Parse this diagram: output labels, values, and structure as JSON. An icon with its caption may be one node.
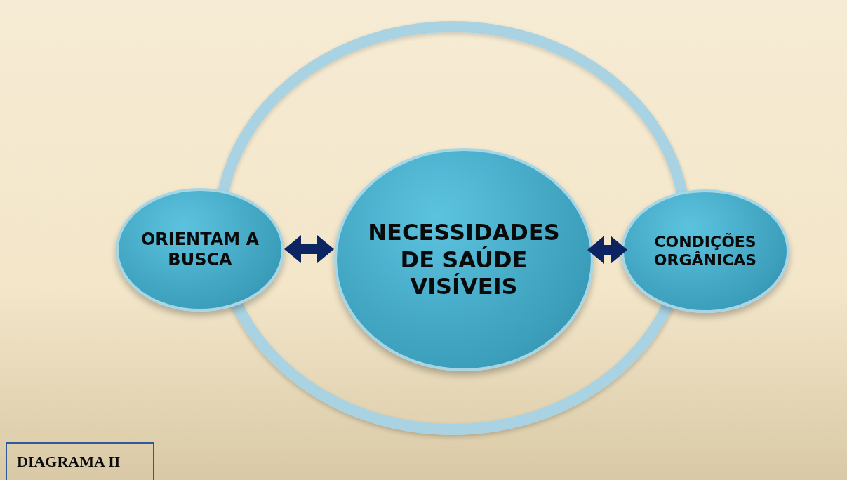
{
  "diagram": {
    "nodes": [
      {
        "text": [],
        "shape": "circle"
      },
      {
        "text": [
          "ORIENTAM A BUSCA"
        ]
      },
      {
        "text": [
          "NECESSIDADES DE SAÚDE VISÍVEIS"
        ],
        "in": 0
      },
      {
        "text": [
          "CONDIÇÕES ORGÂNICAS"
        ]
      },
      {
        "text": [
          "DIAGRAMA II"
        ]
      }
    ],
    "edges": [
      {
        "from": 1,
        "to": 2,
        "arrow": "both"
      },
      {
        "from": 2,
        "to": 3,
        "arrow": "both"
      }
    ]
  }
}
